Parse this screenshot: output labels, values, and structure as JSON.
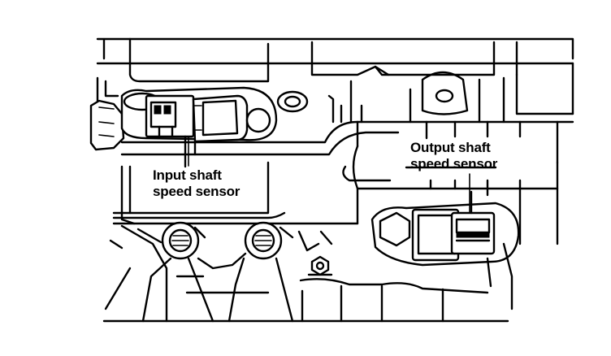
{
  "labels": {
    "input_sensor": [
      "Input shaft",
      "speed sensor"
    ],
    "output_sensor": [
      "Output shaft",
      "speed sensor"
    ]
  },
  "colors": {
    "ink": "#000000",
    "background": "#ffffff"
  }
}
